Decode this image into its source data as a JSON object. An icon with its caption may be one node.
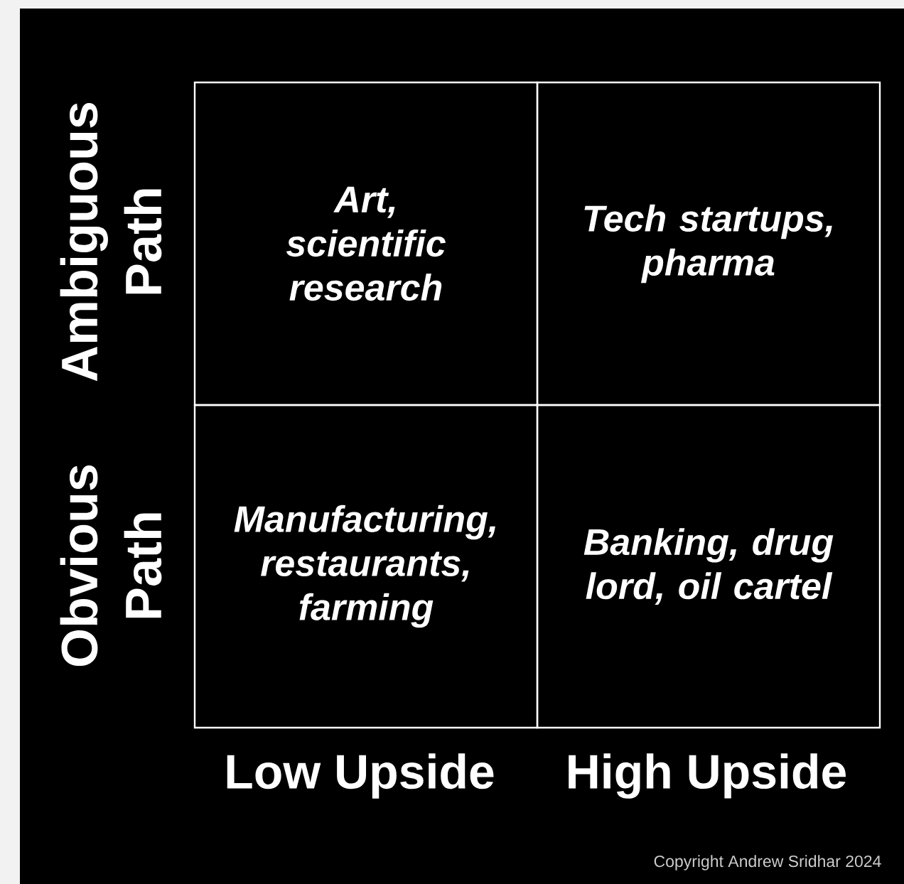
{
  "diagram": {
    "nodes": [
      {
        "text": [
          "Art, scientific research"
        ]
      },
      {
        "text": [
          "Tech startups, pharma"
        ]
      },
      {
        "text": [
          "Manufacturing, restaurants, farming"
        ]
      },
      {
        "text": [
          "Banking, drug lord, oil cartel"
        ]
      }
    ],
    "labels": [
      "Ambiguous Path",
      "Obvious Path",
      "Low Upside",
      "High Upside",
      "Copyright Andrew Sridhar 2024"
    ]
  }
}
